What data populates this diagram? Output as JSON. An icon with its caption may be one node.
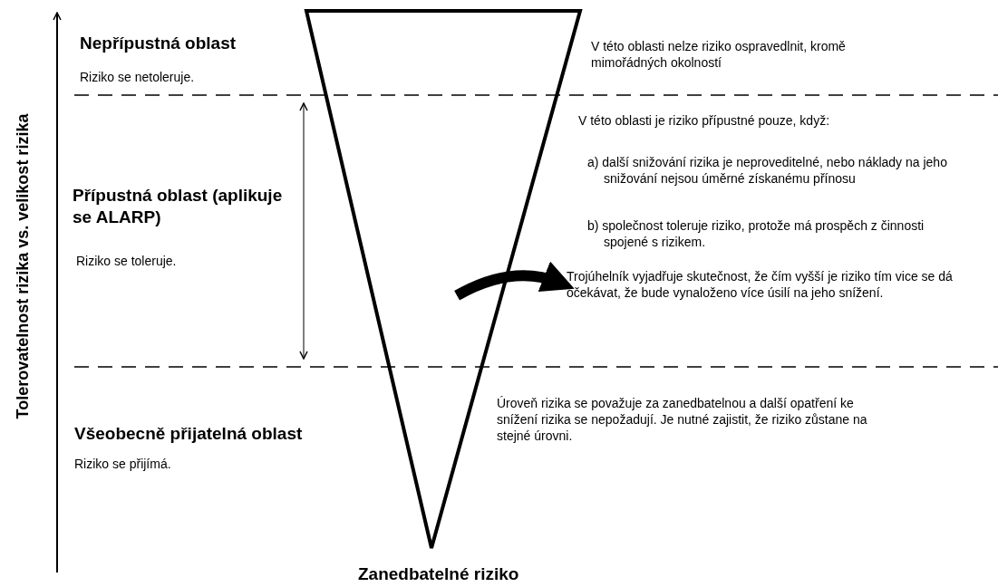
{
  "diagram": {
    "nodes": [
      {
        "text": [],
        "shape": "triangle"
      },
      {
        "text": [
          "Trojúhelník vyjadřuje skutečnost, že čím vyšší je riziko tím vice se dá očekávat, že bude vynaloženo více úsilí na jeho snížení."
        ]
      }
    ],
    "edges": [
      {
        "from": 0,
        "to": 1,
        "arrow": "to"
      }
    ],
    "labels": [
      "Tolerovatelnost rizika vs. velikost rizika",
      "Nepřípustná oblast",
      "Riziko se netoleruje.",
      "V této oblasti nelze riziko ospravedlnit, kromě mimořádných okolností",
      "Přípustná oblast (aplikuje se ALARP)",
      "V této oblasti je riziko přípustné pouze, když:",
      "a) další snižování rizika je neproveditelné, nebo náklady na jeho snižování nejsou úměrné získanému přínosu",
      "Riziko se toleruje.",
      "b) společnost toleruje riziko, protože má prospěch z činnosti spojené s rizikem.",
      "Úroveň rizika se považuje za zanedbatelnou a další opatření ke snížení rizika se nepožadují. Je nutné zajistit, že riziko zůstane na stejné úrovni.",
      "Všeobecně přijatelná oblast",
      "Riziko se přijímá.",
      "Zanedbatelné riziko"
    ]
  }
}
